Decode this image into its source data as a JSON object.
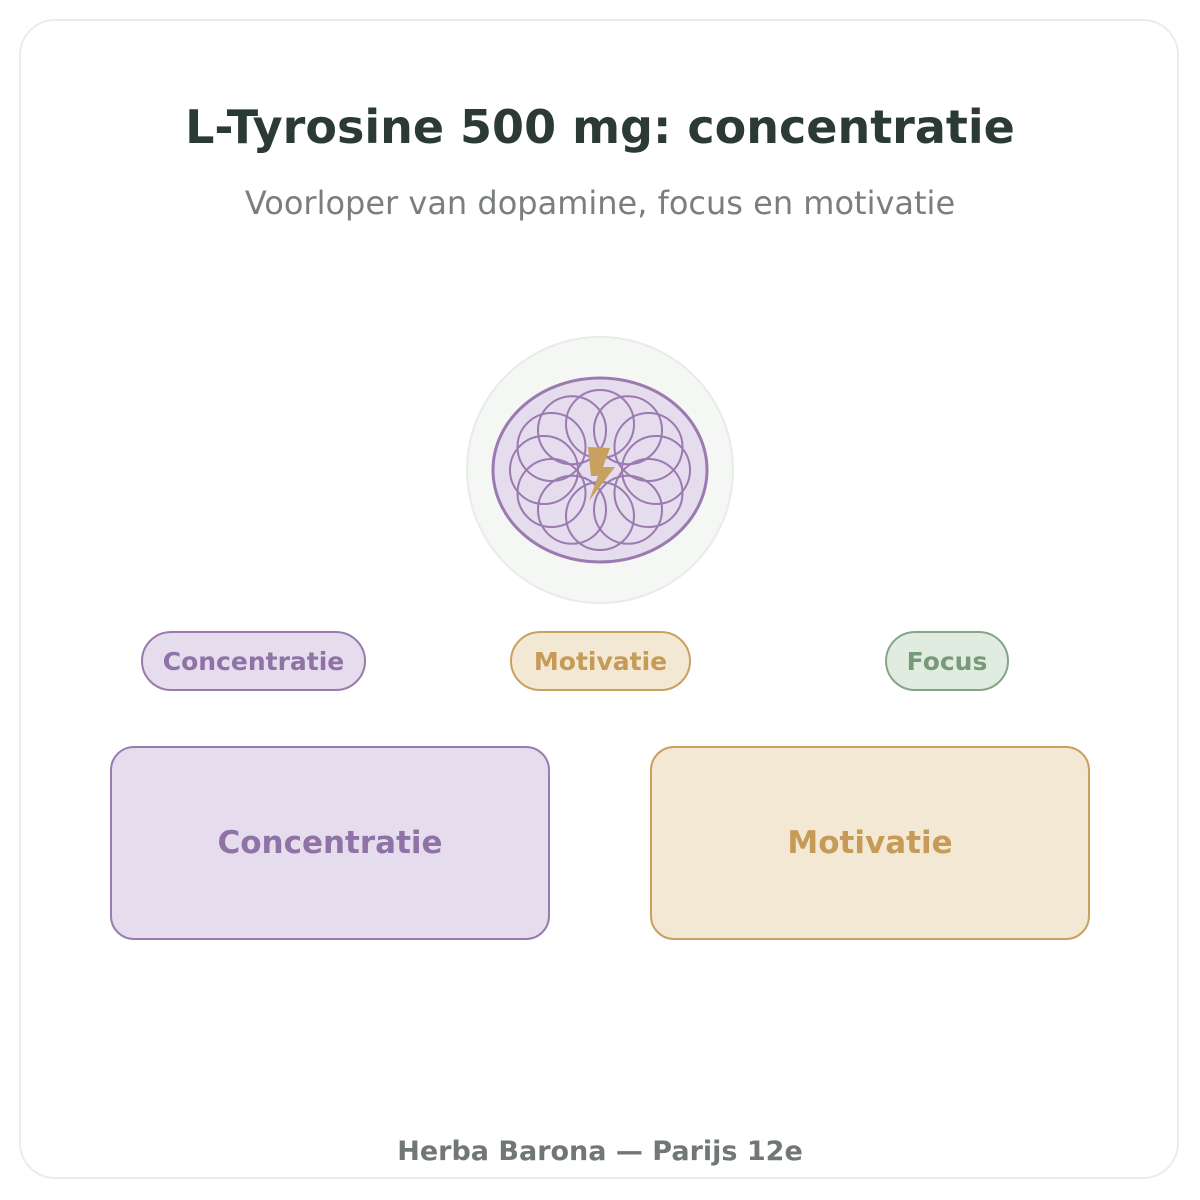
{
  "header": {
    "title": "L-Tyrosine 500 mg: concentratie",
    "subtitle": "Voorloper van dopamine, focus en motivatie"
  },
  "emblem": {
    "icon": "lightning-bolt-icon",
    "pattern": "overlapping-circles"
  },
  "tags": [
    {
      "label": "Concentratie",
      "color": "#8f73a6"
    },
    {
      "label": "Motivatie",
      "color": "#c69a57"
    },
    {
      "label": "Focus",
      "color": "#789a78"
    }
  ],
  "boxes": [
    {
      "label": "Concentratie",
      "color": "#8f73a6"
    },
    {
      "label": "Motivatie",
      "color": "#c69a57"
    }
  ],
  "footer": {
    "text": "Herba Barona — Parijs 12e"
  },
  "colors": {
    "title": "#2b3a35",
    "purple_fill": "#e5dced",
    "gold_fill": "#f3e8d3",
    "green_fill": "#e1ece0",
    "bolt": "#c9a15e"
  }
}
